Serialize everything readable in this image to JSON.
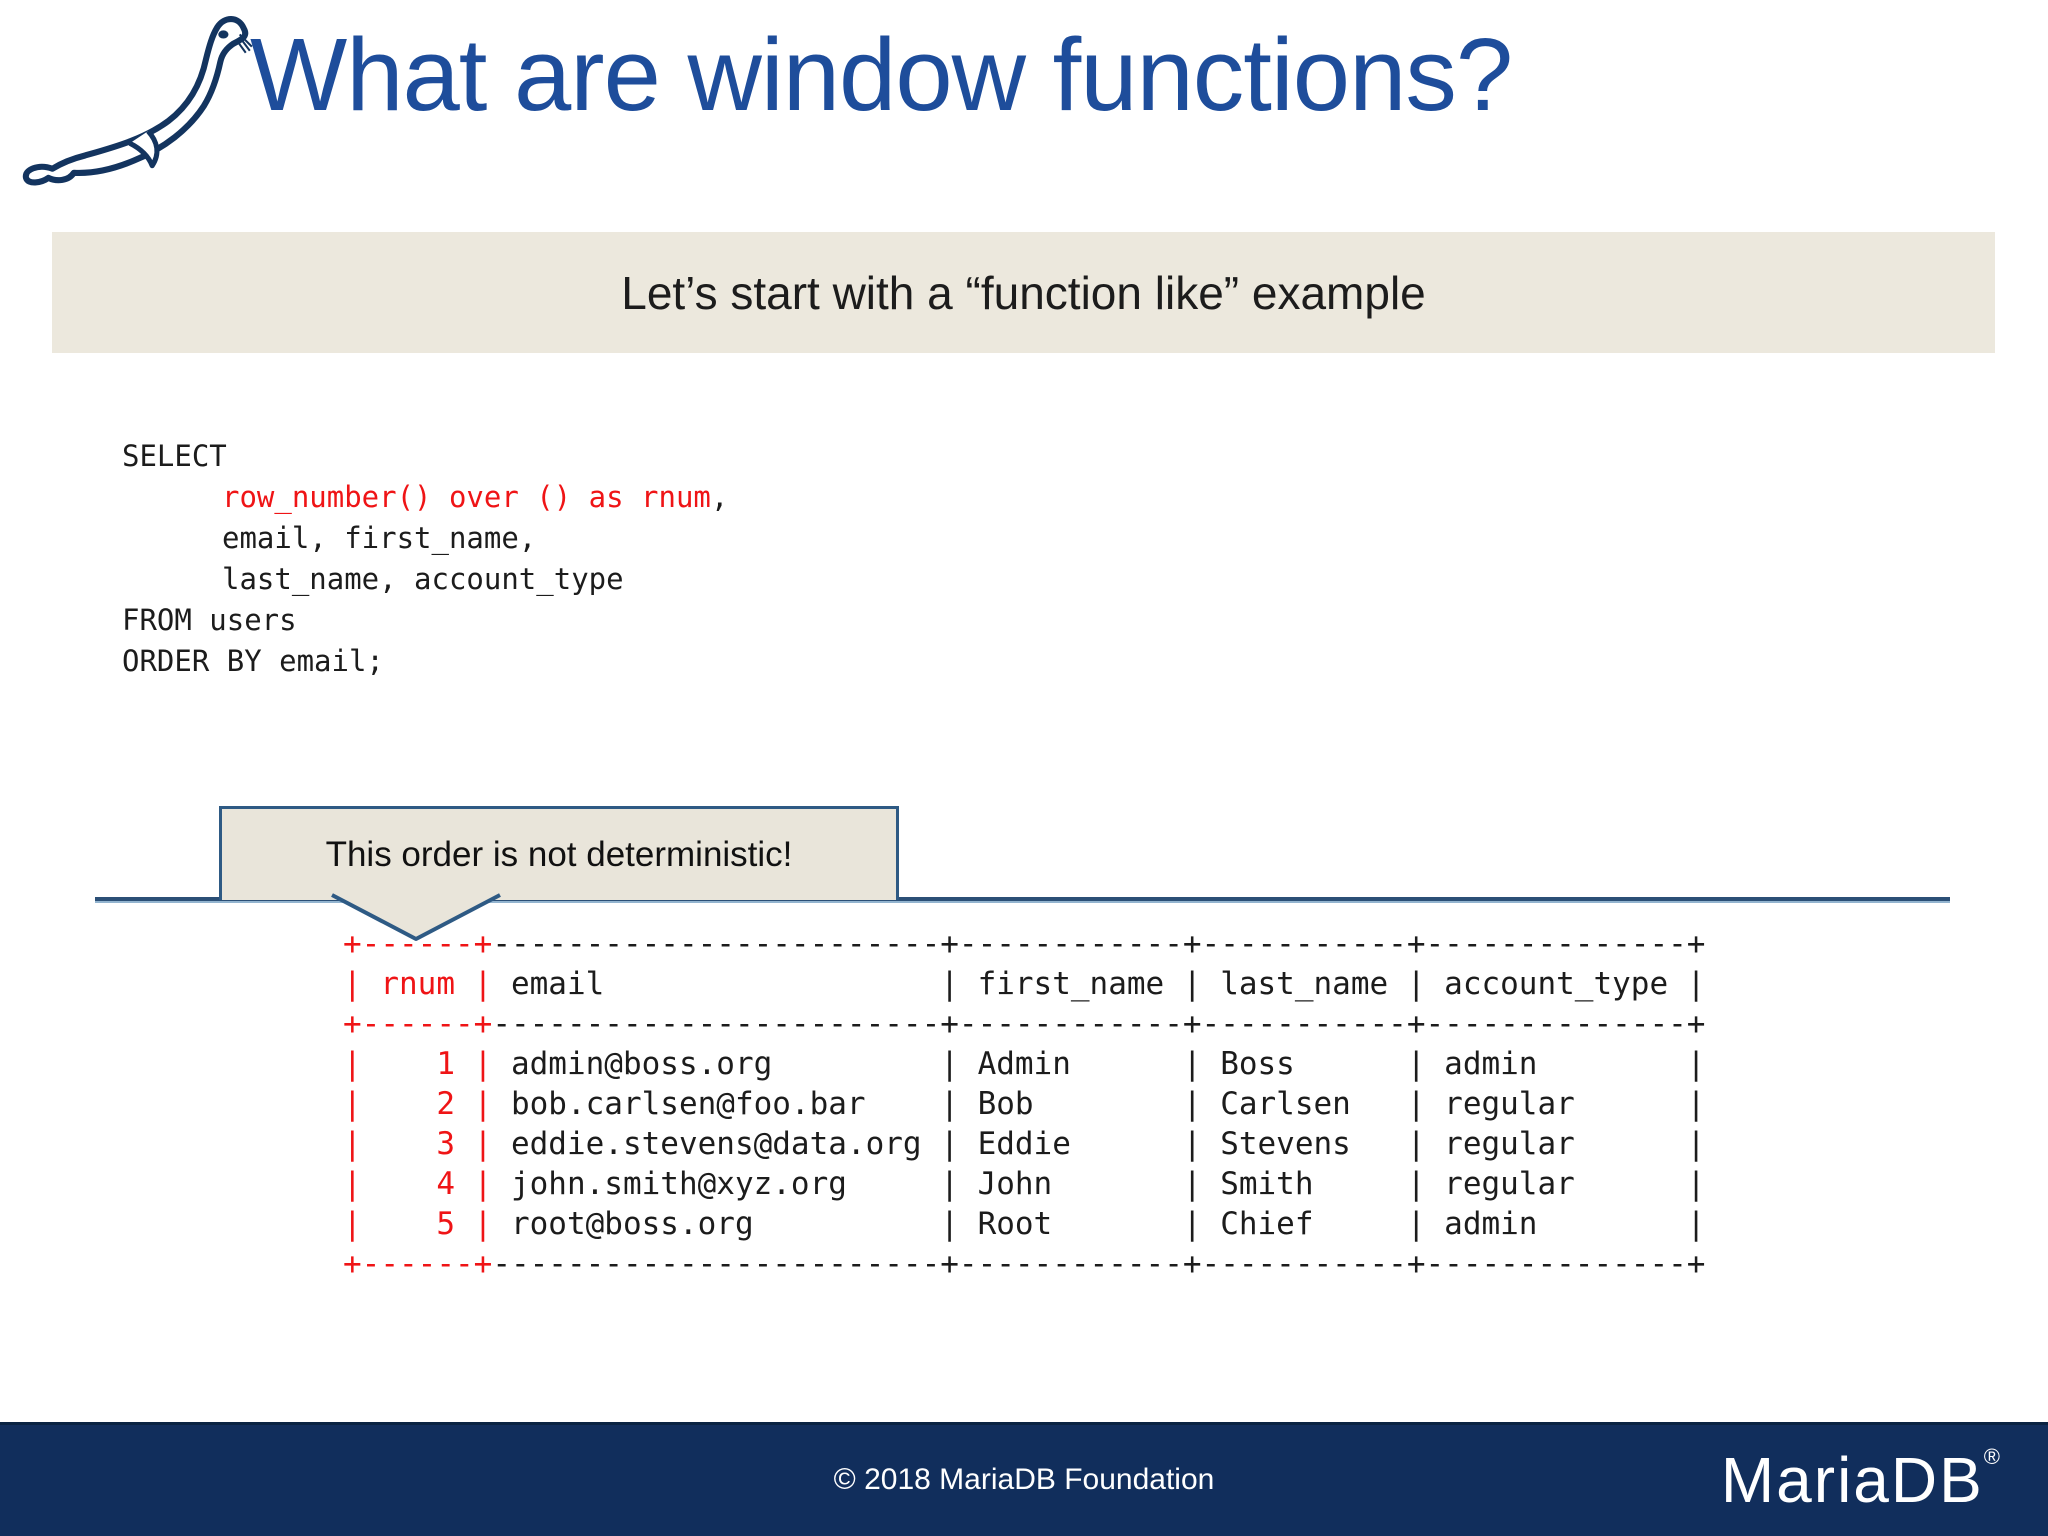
{
  "slide": {
    "title": "What are window functions?",
    "banner": "Let’s start with a “function like” example",
    "callout": "This order is not deterministic!"
  },
  "sql": {
    "line1": "SELECT",
    "line2_red": "row_number() over () as rnum",
    "line2_tail": ",",
    "line3": "email, first_name,",
    "line4": "last_name, account_type",
    "line5": "FROM users",
    "line6": "ORDER BY email;"
  },
  "table_text": {
    "border_red": "+------+",
    "border_black": "------------------------+------------+-----------+--------------+",
    "header_red": "| rnum |",
    "header_black": " email                  | first_name | last_name | account_type |",
    "rows": [
      {
        "red": "|    1 |",
        "black": " admin@boss.org         | Admin      | Boss      | admin        |"
      },
      {
        "red": "|    2 |",
        "black": " bob.carlsen@foo.bar    | Bob        | Carlsen   | regular      |"
      },
      {
        "red": "|    3 |",
        "black": " eddie.stevens@data.org | Eddie      | Stevens   | regular      |"
      },
      {
        "red": "|    4 |",
        "black": " john.smith@xyz.org     | John       | Smith     | regular      |"
      },
      {
        "red": "|    5 |",
        "black": " root@boss.org          | Root       | Chief     | admin        |"
      }
    ]
  },
  "table_data": {
    "columns": [
      "rnum",
      "email",
      "first_name",
      "last_name",
      "account_type"
    ],
    "records": [
      [
        "1",
        "admin@boss.org",
        "Admin",
        "Boss",
        "admin"
      ],
      [
        "2",
        "bob.carlsen@foo.bar",
        "Bob",
        "Carlsen",
        "regular"
      ],
      [
        "3",
        "eddie.stevens@data.org",
        "Eddie",
        "Stevens",
        "regular"
      ],
      [
        "4",
        "john.smith@xyz.org",
        "John",
        "Smith",
        "regular"
      ],
      [
        "5",
        "root@boss.org",
        "Root",
        "Chief",
        "admin"
      ]
    ]
  },
  "footer": {
    "copyright": "© 2018 MariaDB Foundation",
    "logo_text": "MariaDB",
    "registered": "®"
  },
  "colors": {
    "title_blue": "#1e4d9b",
    "highlight_red": "#ef1416",
    "footer_navy": "#112e5c",
    "callout_border": "#2e5a84",
    "banner_beige": "#ece8dd"
  }
}
